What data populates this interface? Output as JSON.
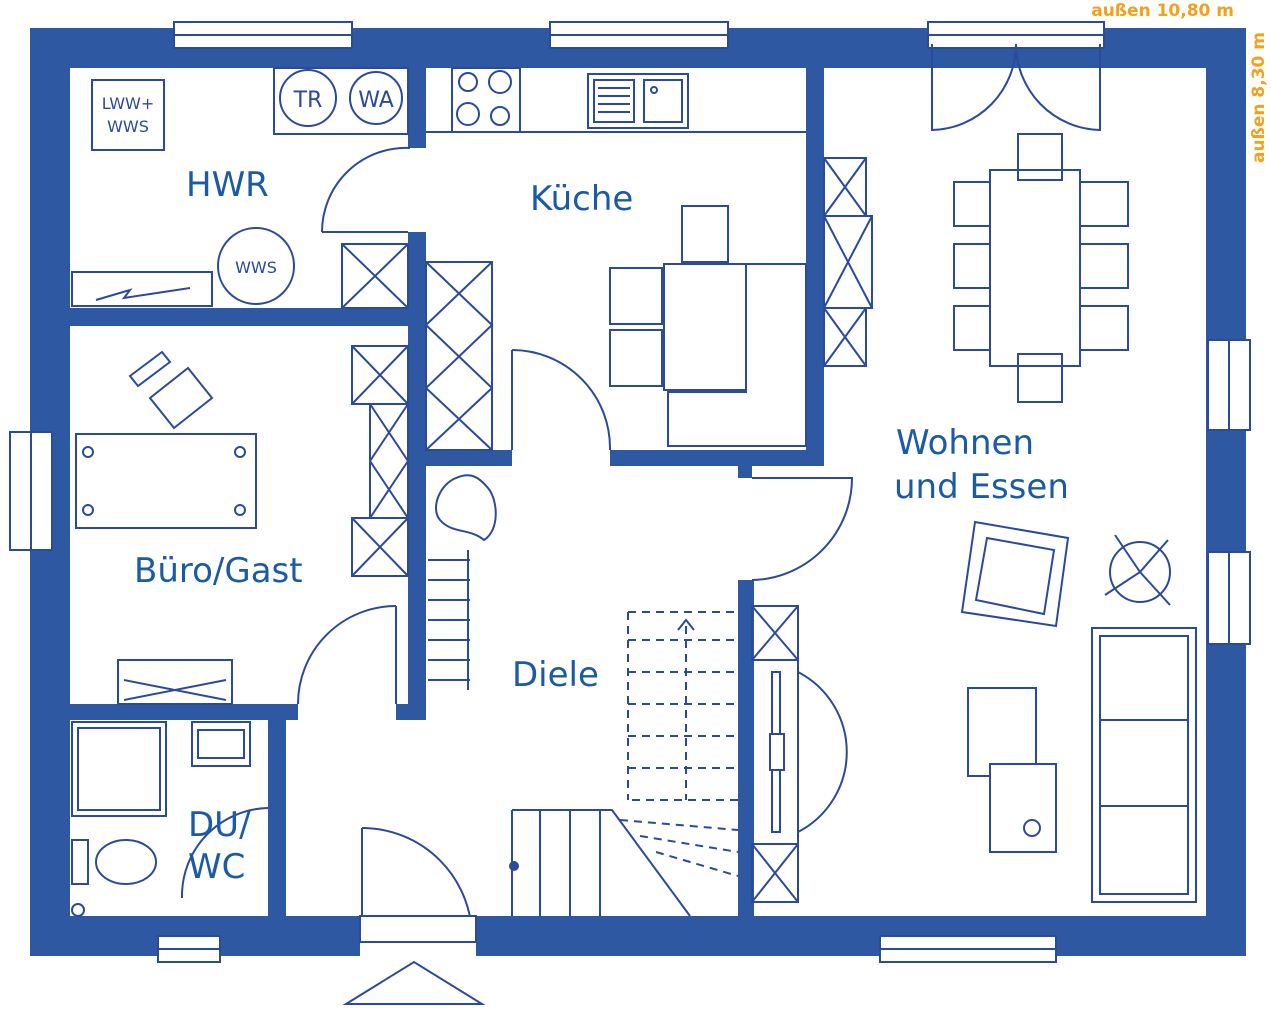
{
  "colors": {
    "wall": "#2f58a2",
    "line": "#2b4a9a",
    "label": "#1a5aa6",
    "dimension": "#f3a01b"
  },
  "rooms": {
    "hwr": "HWR",
    "kueche": "Küche",
    "wohnen_line1": "Wohnen",
    "wohnen_line2": "und Essen",
    "buero": "Büro/Gast",
    "diele": "Diele",
    "du_line1": "DU/",
    "du_line2": "WC"
  },
  "fixtures": {
    "dryer": "TR",
    "washer": "WA",
    "heatpump_line1": "LWW+",
    "heatpump_line2": "WWS",
    "water_storage": "WWS"
  },
  "dimensions": {
    "width": "außen 10,80 m",
    "depth": "außen 8,30 m"
  }
}
